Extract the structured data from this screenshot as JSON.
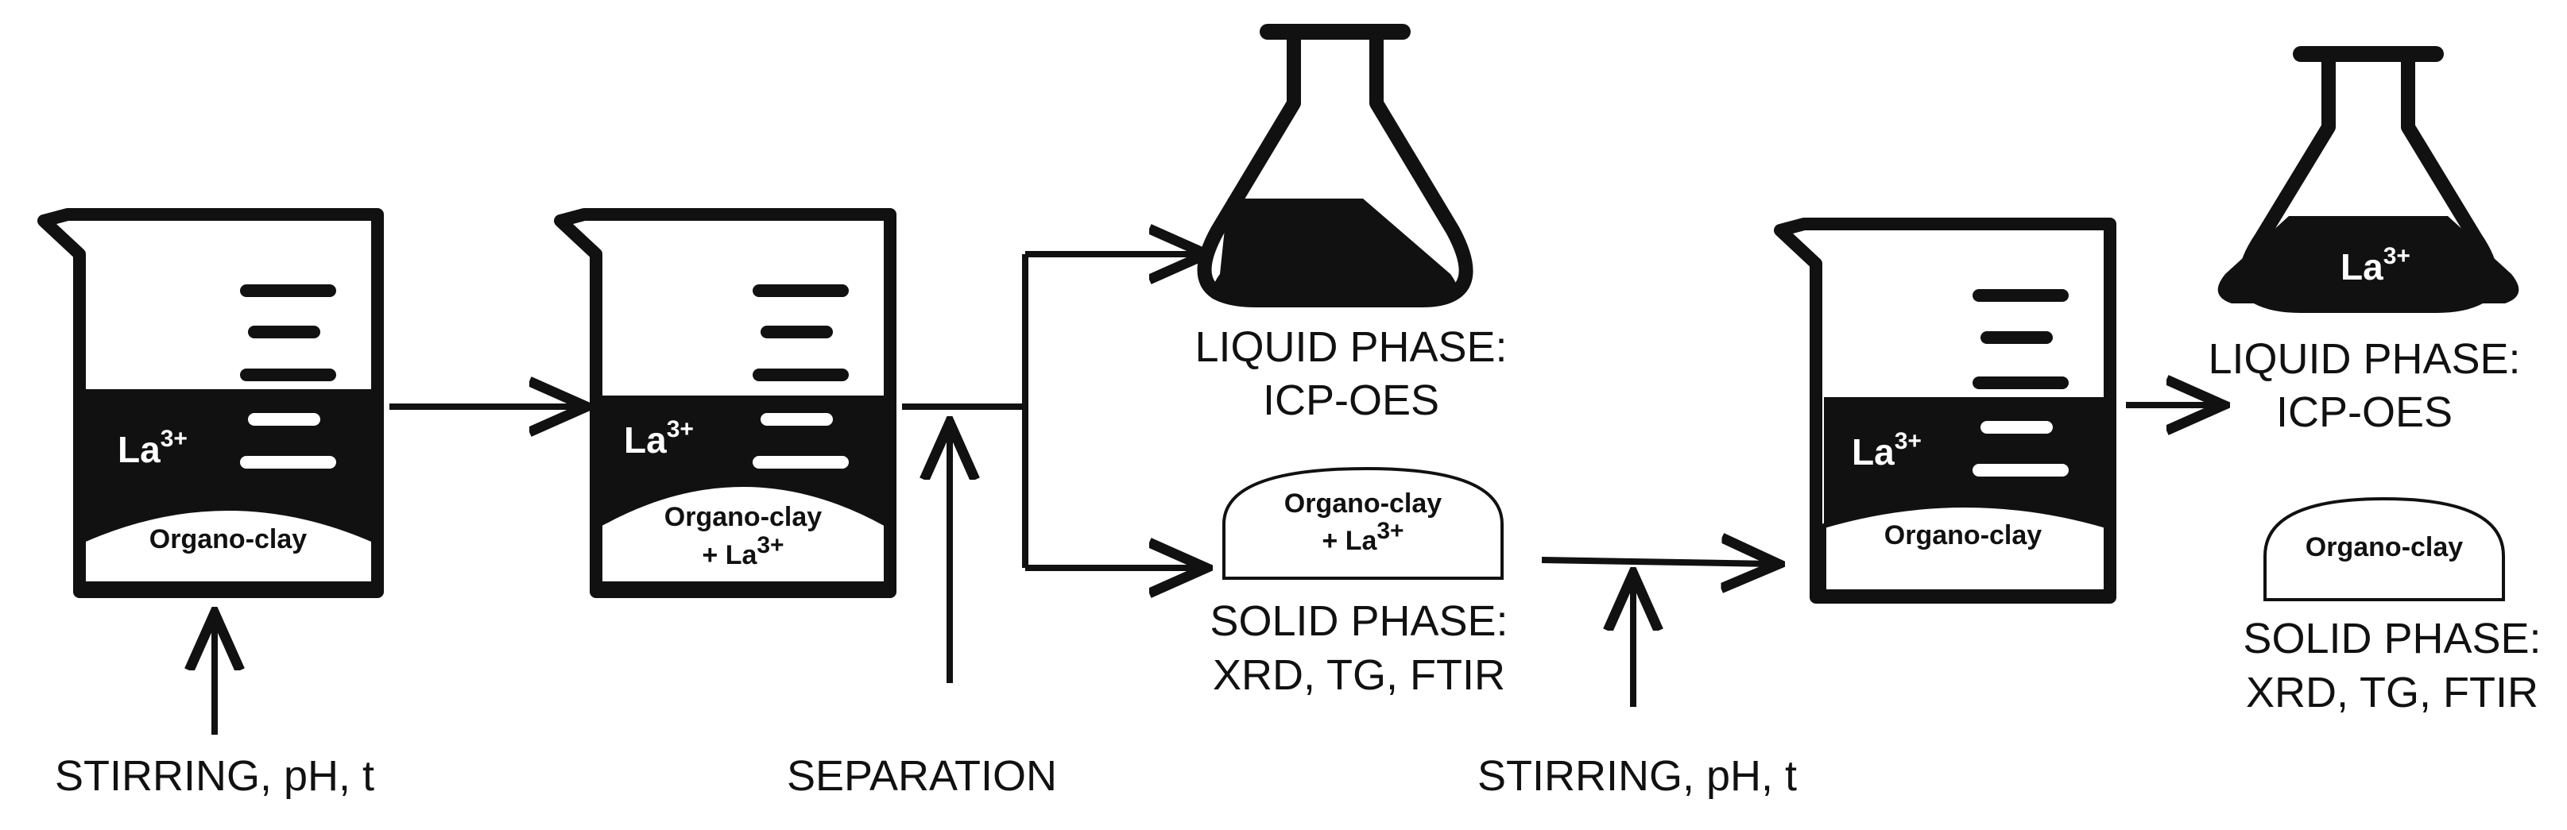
{
  "beaker_1": {
    "ion": "La",
    "ion_charge": "3+",
    "solid": "Organo-clay"
  },
  "beaker_2": {
    "ion": "La",
    "ion_charge": "3+",
    "solid_line_1": "Organo-clay",
    "solid_line_2": "+ La",
    "solid_charge": "3+"
  },
  "beaker_3": {
    "ion": "La",
    "ion_charge": "3+",
    "solid": "Organo-clay"
  },
  "flask_2": {
    "ion": "La",
    "ion_charge": "3+"
  },
  "liquid_phase_1": {
    "line_1": "LIQUID PHASE:",
    "line_2": "ICP-OES"
  },
  "liquid_phase_2": {
    "line_1": "LIQUID PHASE:",
    "line_2": "ICP-OES"
  },
  "solid_phase_1": {
    "line_1": "SOLID PHASE:",
    "line_2": "XRD, TG, FTIR"
  },
  "solid_phase_2": {
    "line_1": "SOLID PHASE:",
    "line_2": "XRD, TG, FTIR"
  },
  "solid_sample_1": {
    "line_1": "Organo-clay",
    "line_2": "+ La",
    "charge": "3+"
  },
  "solid_sample_2": {
    "label": "Organo-clay"
  },
  "steps": {
    "stirring_1": "STIRRING, pH, t",
    "separation": "SEPARATION",
    "stirring_2": "STIRRING, pH, t"
  },
  "colors": {
    "ink": "#111111",
    "fill": "#ffffff"
  }
}
